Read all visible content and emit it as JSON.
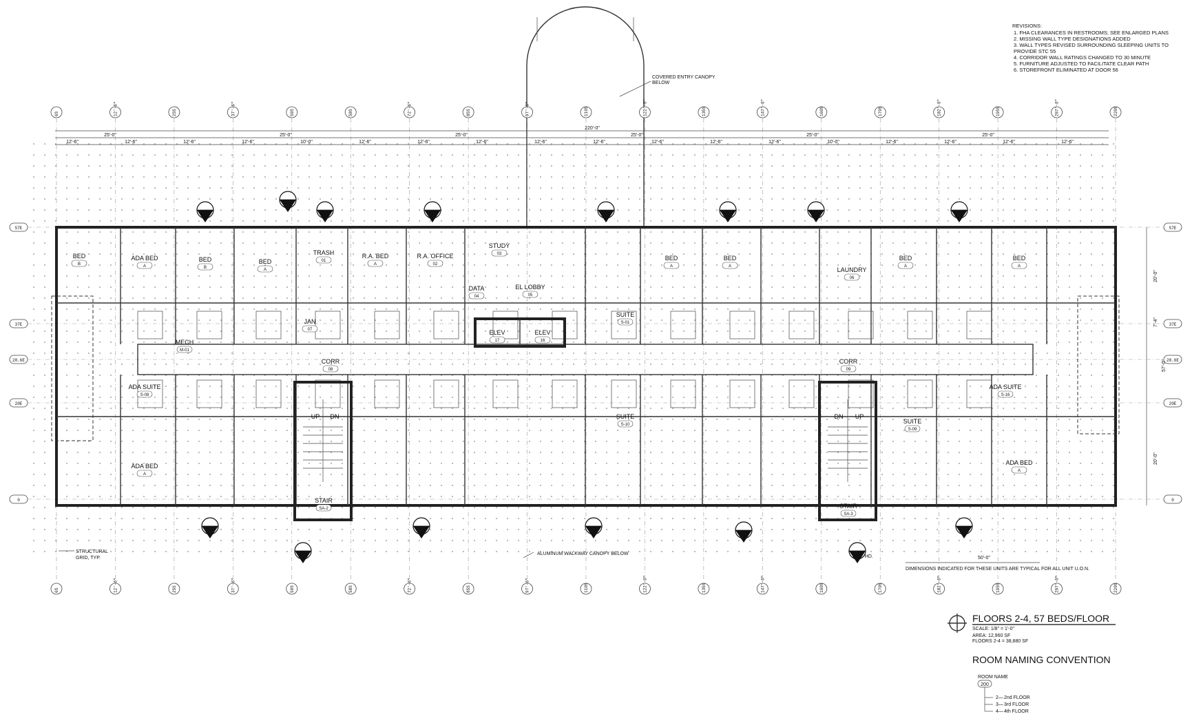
{
  "revisions": {
    "title": "REVISIONS:",
    "items": [
      "1.  FHA CLEARANCES IN RESTROOMS; SEE ENLARGED PLANS",
      "2.  MISSING WALL TYPE DESIGNATIONS ADDED",
      "3.  WALL TYPES REVISED SURROUNDING SLEEPING UNITS TO",
      "     PROVIDE STC 55",
      "4.  CORRIDOR WALL RATINGS CHANGED TO 30 MINUTE",
      "5.  FURNITURE ADJUSTED TO FACILITATE CLEAR PATH",
      "6.  STOREFRONT ELIMINATED AT DOOR 56"
    ]
  },
  "dimensions": {
    "overall": "220'-0\"",
    "top_row": [
      "25'-0\"",
      "25'-0\"",
      "25'-0\"",
      "25'-0\"",
      "25'-0\"",
      "25'-0\""
    ],
    "second_row": [
      "12'-6\"",
      "12'-6\"",
      "12'-6\"",
      "12'-6\"",
      "10'-0\"",
      "12'-6\"",
      "12'-6\"",
      "12'-6\"",
      "12'-6\"",
      "12'-6\"",
      "12'-6\"",
      "12'-6\"",
      "12'-6\"",
      "10'-0\"",
      "12'-6\"",
      "12'-6\"",
      "12'-6\"",
      "12'-6\""
    ],
    "right_side": [
      "20'-0\"",
      "7'-4\"",
      "57'-0\"",
      "20'-0\""
    ],
    "bottom": "50'-0\""
  },
  "grid_labels_top": [
    "6S",
    "12'-6\"",
    "25S",
    "37'-6\"",
    "50S",
    "58S",
    "72'-6\"",
    "85S",
    "97'-6\"",
    "110S",
    "122'-6\"",
    "135S",
    "147'-6\"",
    "160S",
    "170S",
    "182'-6\"",
    "195S",
    "207'-6\"",
    "220S"
  ],
  "grid_labels_left": [
    "57E",
    "37E",
    "28.6E",
    "20E",
    "0"
  ],
  "notes": {
    "canopy_top": "COVERED ENTRY CANOPY\nBELOW",
    "canopy_bottom": "ALUMINUM WALKWAY CANOPY BELOW",
    "structural_grid": "STRUCTURAL\nGRID, TYP.",
    "typical_units": "DIMENSIONS INDICATED FOR THESE UNITS ARE TYPICAL FOR ALL UNIT U.O.N.",
    "opp_hd": "OPP. HD."
  },
  "rooms": [
    {
      "name": "BED",
      "num": "B"
    },
    {
      "name": "ADA BED",
      "num": "A"
    },
    {
      "name": "BED",
      "num": "B"
    },
    {
      "name": "BED",
      "num": "A"
    },
    {
      "name": "TRASH",
      "num": "01"
    },
    {
      "name": "R.A. BED",
      "num": "A"
    },
    {
      "name": "R.A. OFFICE",
      "num": "02"
    },
    {
      "name": "STUDY",
      "num": "03"
    },
    {
      "name": "DATA",
      "num": "04"
    },
    {
      "name": "EL LOBBY",
      "num": "05"
    },
    {
      "name": "BED",
      "num": "A"
    },
    {
      "name": "BED",
      "num": "A"
    },
    {
      "name": "LAUNDRY",
      "num": "06"
    },
    {
      "name": "BED",
      "num": "A"
    },
    {
      "name": "BED",
      "num": "A"
    },
    {
      "name": "SUITE",
      "num": "S-01"
    },
    {
      "name": "JAN",
      "num": "07"
    },
    {
      "name": "CORR",
      "num": "08"
    },
    {
      "name": "ELEV",
      "num": "17"
    },
    {
      "name": "ELEV",
      "num": "16"
    },
    {
      "name": "MECH",
      "num": "M-01"
    },
    {
      "name": "CORR",
      "num": "09"
    },
    {
      "name": "STAIR",
      "num": "SA-2"
    },
    {
      "name": "STAIR",
      "num": "SA-3"
    },
    {
      "name": "ADA SUITE",
      "num": "S-08"
    },
    {
      "name": "SUITE",
      "num": "S-09"
    },
    {
      "name": "SUITE",
      "num": "S-10"
    },
    {
      "name": "ADA SUITE",
      "num": "S-16"
    },
    {
      "name": "ADA BED",
      "num": "A"
    },
    {
      "name": "ADA BED",
      "num": "A"
    }
  ],
  "title_block": {
    "title": "FLOORS 2-4, 57 BEDS/FLOOR",
    "scale": "SCALE: 1/8\" = 1'-0\"",
    "area": "AREA: 12,960 SF",
    "floors": "FLOORS 2-4 = 38,880 SF",
    "naming_title": "ROOM NAMING CONVENTION",
    "room_name_label": "ROOM NAME",
    "room_name_code": "200",
    "floor_2": "2nd FLOOR",
    "floor_3": "3rd FLOOR",
    "floor_4": "4th FLOOR"
  }
}
